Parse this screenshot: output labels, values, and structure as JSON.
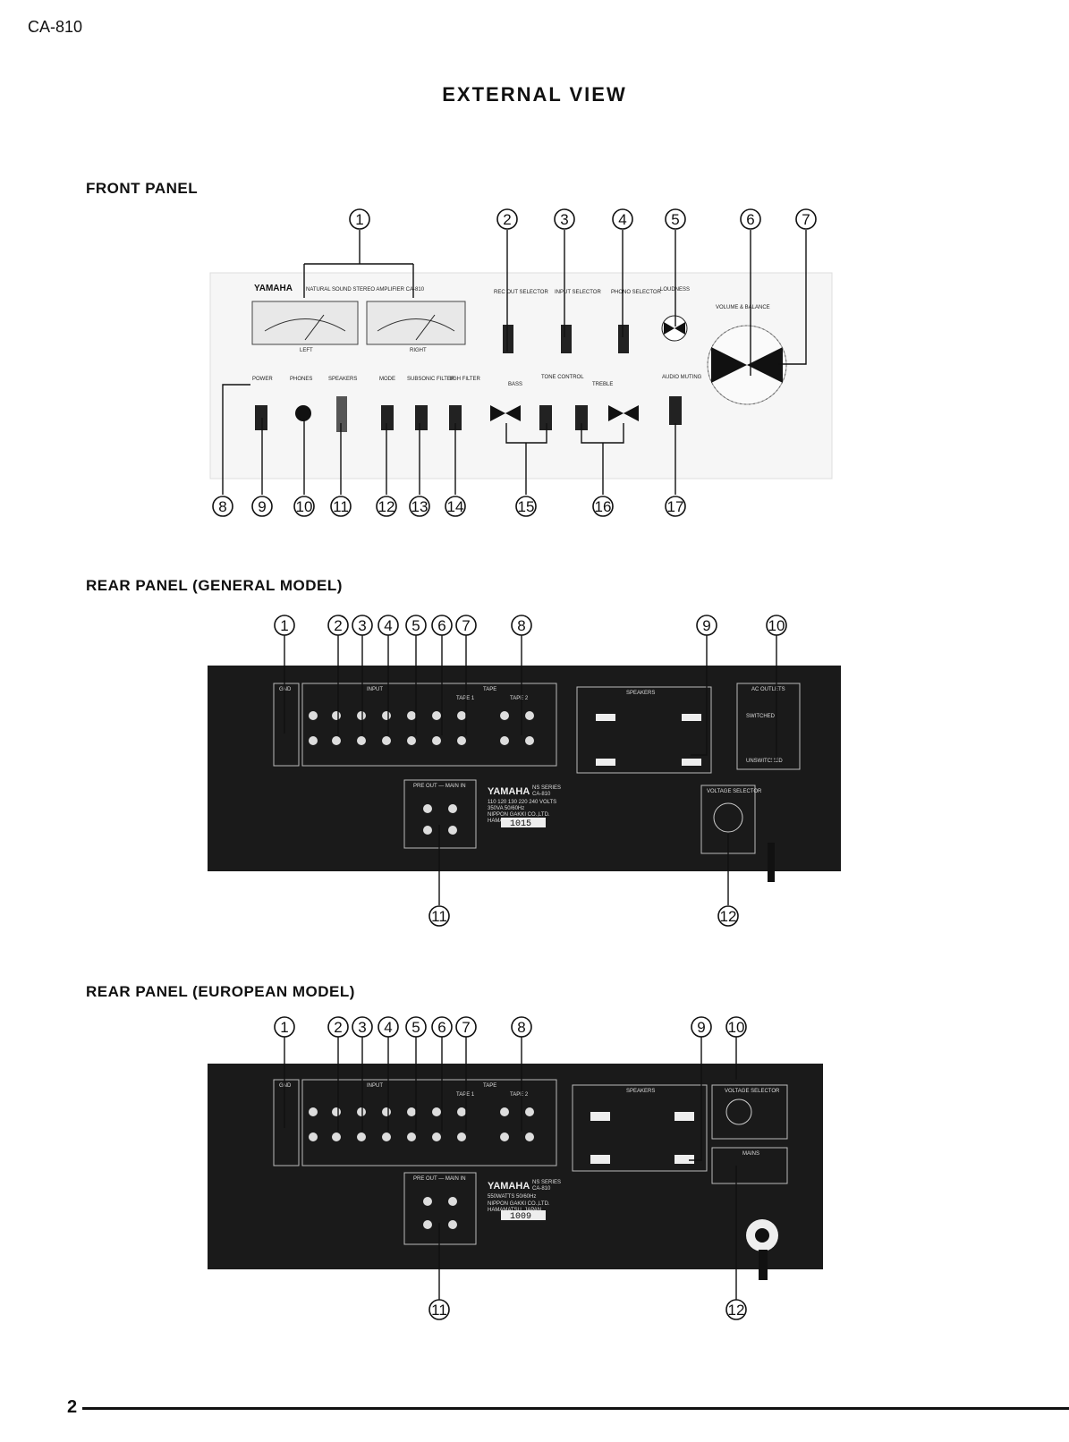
{
  "header": {
    "model": "CA-810",
    "title": "EXTERNAL VIEW"
  },
  "sections": {
    "front": "FRONT PANEL",
    "rear_general": "REAR PANEL (GENERAL MODEL)",
    "rear_european": "REAR PANEL (EUROPEAN MODEL)"
  },
  "front_panel": {
    "brand": "YAMAHA",
    "model_line": "NATURAL SOUND  STEREO AMPLIFIER  CA-810",
    "meter_left": "LEFT",
    "meter_right": "RIGHT",
    "labels": {
      "rec_out": "REC OUT SELECTOR",
      "input": "INPUT SELECTOR",
      "phono": "PHONO SELECTOR",
      "loudness": "LOUDNESS",
      "volume_balance": "VOLUME & BALANCE",
      "power": "POWER",
      "phones": "PHONES",
      "speakers": "SPEAKERS",
      "mode": "MODE",
      "subsonic": "SUBSONIC FILTER",
      "high": "HIGH FILTER",
      "tone_control": "TONE CONTROL",
      "bass": "BASS",
      "treble": "TREBLE",
      "audio_muting": "AUDIO MUTING"
    }
  },
  "rear_panel": {
    "gnd": "GND",
    "input": "INPUT",
    "tape": "TAPE",
    "tape1": "TAPE 1",
    "tape2": "TAPE 2",
    "speakers": "SPEAKERS",
    "ac_outlets": "AC OUTLETS",
    "switched": "SWITCHED",
    "unswitched": "UNSWITCHED",
    "pre_main": "PRE OUT — MAIN IN",
    "voltage_selector": "VOLTAGE SELECTOR",
    "mains": "MAINS",
    "brand": "YAMAHA",
    "series": "NS SERIES",
    "model": "CA-810",
    "maker": "NIPPON GAKKI CO.,LTD.",
    "origin": "HAMAMATSU, JAPAN",
    "general_volts": "110 120 130 220 240 VOLTS",
    "general_watts": "350VA   50/60Hz",
    "euro_watts": "550WATTS   50/60Hz",
    "general_serial": "1015",
    "euro_serial": "1009"
  },
  "callouts": {
    "front": [
      "1",
      "2",
      "3",
      "4",
      "5",
      "6",
      "7",
      "8",
      "9",
      "10",
      "11",
      "12",
      "13",
      "14",
      "15",
      "16",
      "17"
    ],
    "rear_general": [
      "1",
      "2",
      "3",
      "4",
      "5",
      "6",
      "7",
      "8",
      "9",
      "10",
      "11",
      "12"
    ],
    "rear_european": [
      "1",
      "2",
      "3",
      "4",
      "5",
      "6",
      "7",
      "8",
      "9",
      "10",
      "11",
      "12"
    ]
  },
  "footer": {
    "page": "2"
  }
}
